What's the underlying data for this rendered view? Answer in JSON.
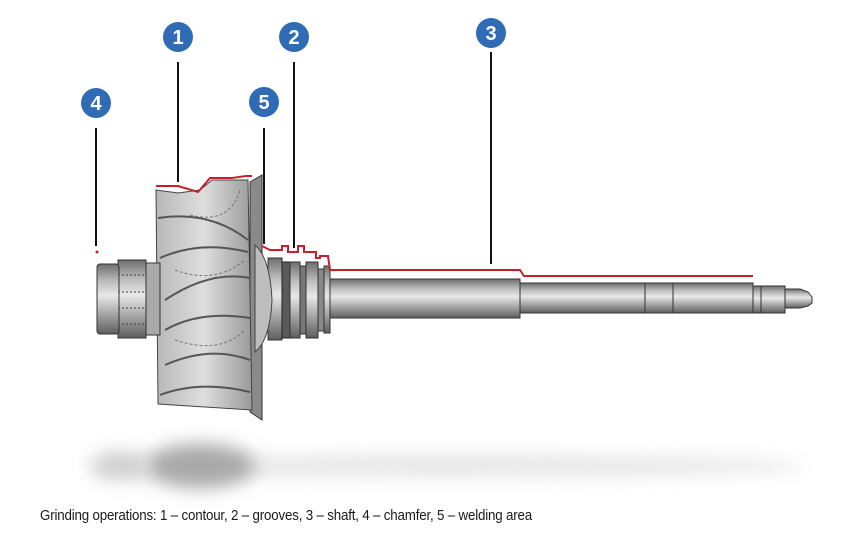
{
  "diagram": {
    "subject": "Turbocharger rotor (compressor wheel and shaft)",
    "callouts": [
      {
        "number": "1",
        "label": "contour"
      },
      {
        "number": "2",
        "label": "grooves"
      },
      {
        "number": "3",
        "label": "shaft"
      },
      {
        "number": "4",
        "label": "chamfer"
      },
      {
        "number": "5",
        "label": "welding area"
      }
    ],
    "colors": {
      "badge": "#2f6cb5",
      "grinding_line": "#c8202a",
      "leader_line": "#111111",
      "metal_light": "#d9d9d9",
      "metal_dark": "#7a7a7a"
    }
  },
  "caption": "Grinding operations: 1 – contour, 2 – grooves, 3 – shaft, 4 – chamfer, 5 – welding area"
}
